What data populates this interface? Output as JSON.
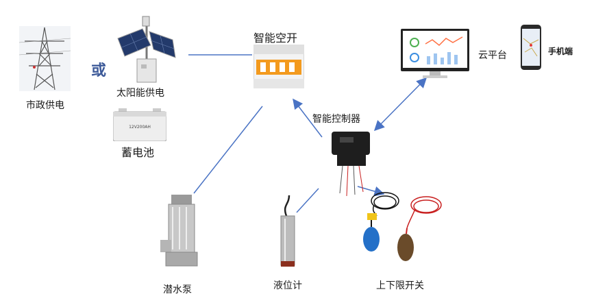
{
  "labels": {
    "grid_power": "市政供电",
    "or": "或",
    "solar_power": "太阳能供电",
    "battery": "蓄电池",
    "smart_breaker": "智能空开",
    "cloud_platform": "云平台",
    "mobile": "手机端",
    "smart_controller": "智能控制器",
    "submersible_pump": "潜水泵",
    "level_meter": "液位计",
    "float_switch": "上下限开关"
  },
  "battery_print": "12V200AH",
  "colors": {
    "line": "#4a73c4",
    "breaker_orange": "#f39a1e",
    "float_blue": "#2470c8",
    "float_yellow": "#f0c419",
    "cable_red": "#c81e1e"
  }
}
